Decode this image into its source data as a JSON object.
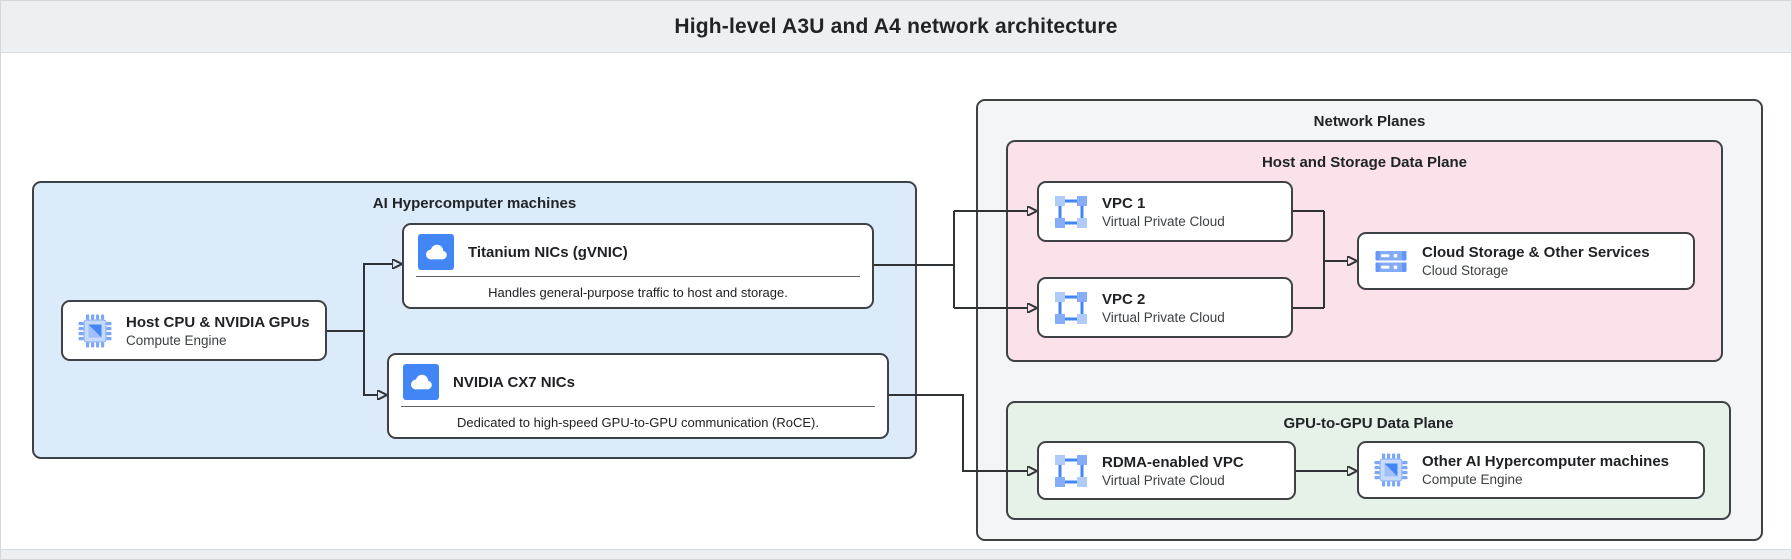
{
  "header": {
    "title": "High-level A3U and A4 network architecture"
  },
  "groups": {
    "machines": {
      "label": "AI Hypercomputer machines"
    },
    "network_planes": {
      "label": "Network Planes"
    },
    "host_storage_plane": {
      "label": "Host and Storage Data Plane"
    },
    "gpu_plane": {
      "label": "GPU-to-GPU Data Plane"
    }
  },
  "nodes": {
    "host_cpu": {
      "title": "Host CPU & NVIDIA GPUs",
      "subtitle": "Compute Engine",
      "icon": "compute-engine-icon"
    },
    "titanium_nic": {
      "title": "Titanium NICs (gVNIC)",
      "description": "Handles general-purpose traffic to host and storage.",
      "icon": "cloud-nic-icon"
    },
    "cx7_nic": {
      "title": "NVIDIA CX7 NICs",
      "description": "Dedicated to high-speed GPU-to-GPU communication (RoCE).",
      "icon": "cloud-nic-icon"
    },
    "vpc1": {
      "title": "VPC 1",
      "subtitle": "Virtual Private Cloud",
      "icon": "vpc-icon"
    },
    "vpc2": {
      "title": "VPC 2",
      "subtitle": "Virtual Private Cloud",
      "icon": "vpc-icon"
    },
    "cloud_storage": {
      "title": "Cloud Storage & Other Services",
      "subtitle": "Cloud Storage",
      "icon": "cloud-storage-icon"
    },
    "rdma_vpc": {
      "title": "RDMA-enabled VPC",
      "subtitle": "Virtual Private Cloud",
      "icon": "vpc-icon"
    },
    "other_machines": {
      "title": "Other AI Hypercomputer machines",
      "subtitle": "Compute Engine",
      "icon": "compute-engine-icon"
    }
  },
  "colors": {
    "machines_bg": "#dcebfa",
    "network_planes_bg": "#f4f5f6",
    "host_storage_bg": "#fbe2ea",
    "gpu_plane_bg": "#e6f1e7",
    "header_bg": "#edf0f2",
    "box_border": "#3f4245",
    "connector": "#303336",
    "icon_blue": "#4285f4",
    "icon_blue_light": "#aecbfa"
  }
}
